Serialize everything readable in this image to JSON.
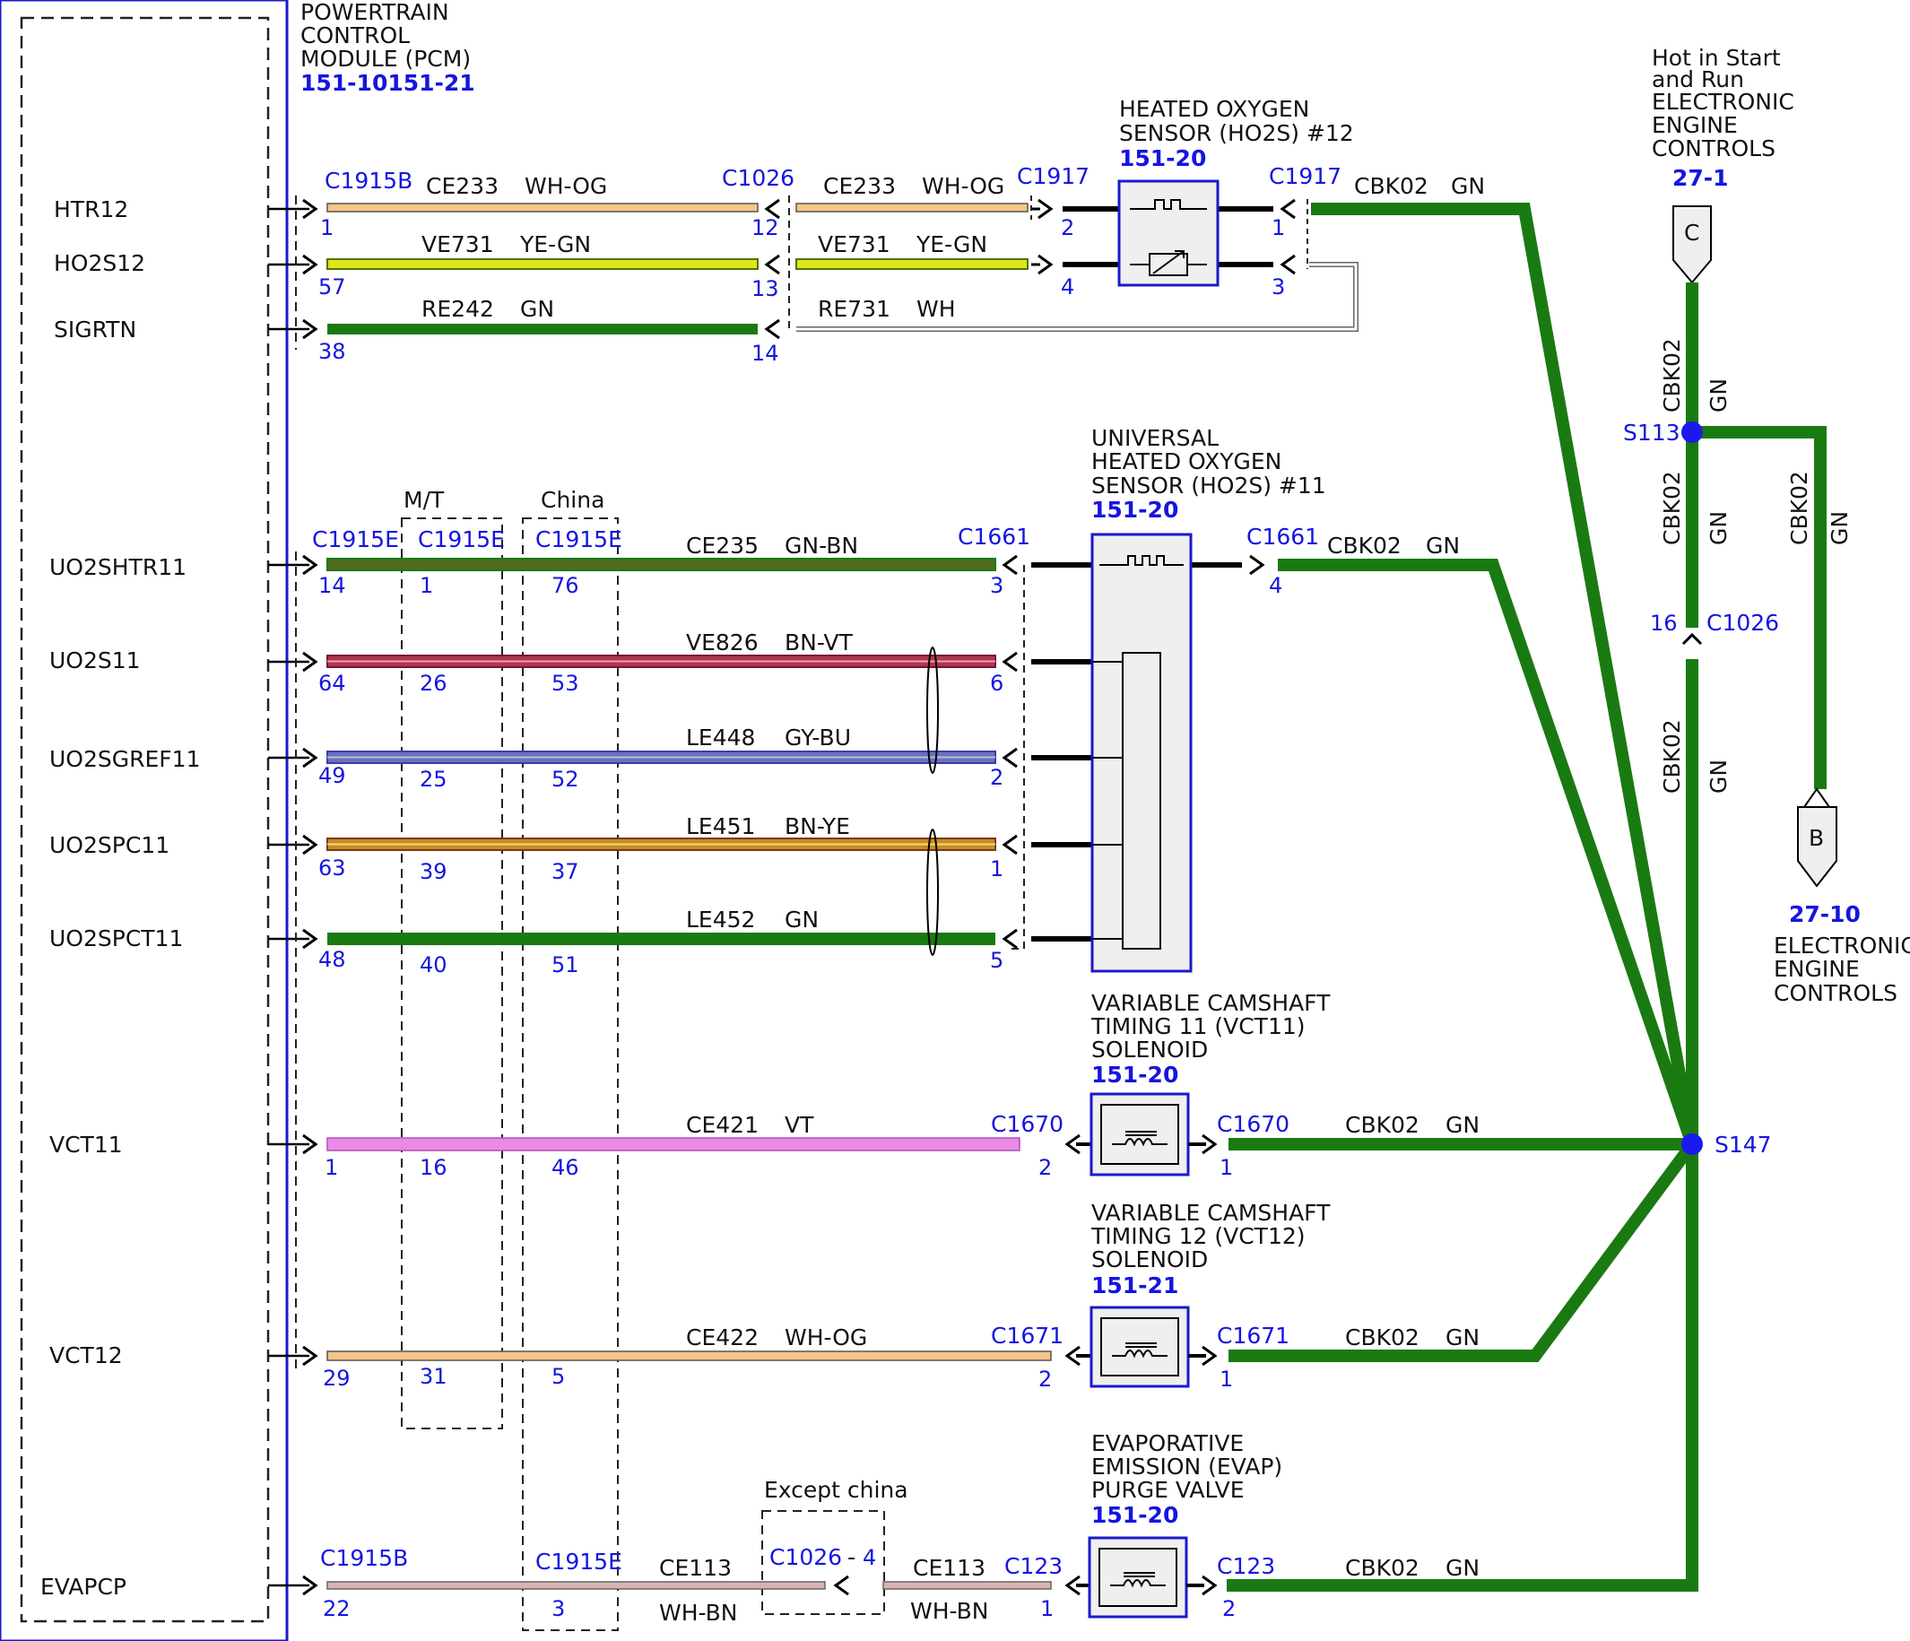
{
  "pcm": {
    "title": [
      "POWERTRAIN",
      "CONTROL",
      "MODULE (PCM)"
    ],
    "ref": "151-10151-21",
    "pins": {
      "htr12": "HTR12",
      "ho2s12": "HO2S12",
      "sigrtn": "SIGRTN",
      "uo2shtr11": "UO2SHTR11",
      "uo2s11": "UO2S11",
      "uo2sgref11": "UO2SGREF11",
      "uo2spc11": "UO2SPC11",
      "uo2spct11": "UO2SPCT11",
      "vct11": "VCT11",
      "vct12": "VCT12",
      "evapcp": "EVAPCP"
    }
  },
  "options": {
    "mt": "M/T",
    "china": "China",
    "except_china": "Except china"
  },
  "components": {
    "ho2s12": {
      "title": [
        "HEATED OXYGEN",
        "SENSOR (HO2S) #12"
      ],
      "ref": "151-20"
    },
    "uho2s11": {
      "title": [
        "UNIVERSAL",
        "HEATED OXYGEN",
        "SENSOR (HO2S) #11"
      ],
      "ref": "151-20"
    },
    "vct11": {
      "title": [
        "VARIABLE CAMSHAFT",
        "TIMING 11 (VCT11)",
        "SOLENOID"
      ],
      "ref": "151-20"
    },
    "vct12": {
      "title": [
        "VARIABLE CAMSHAFT",
        "TIMING 12 (VCT12)",
        "SOLENOID"
      ],
      "ref": "151-21"
    },
    "evap": {
      "title": [
        "EVAPORATIVE",
        "EMISSION (EVAP)",
        "PURGE VALVE"
      ],
      "ref": "151-20"
    }
  },
  "power": {
    "title": [
      "Hot in Start",
      "and Run",
      "ELECTRONIC",
      "ENGINE",
      "CONTROLS"
    ],
    "ref": "27-1",
    "connector_c": "C",
    "connector_b": "B",
    "ref_b": "27-10",
    "title_b": [
      "ELECTRONIC",
      "ENGINE",
      "CONTROLS"
    ]
  },
  "splices": {
    "s113": "S113",
    "s147": "S147"
  },
  "connectors": {
    "c1915b": "C1915B",
    "c1915e": "C1915E",
    "c1026": "C1026",
    "c1917": "C1917",
    "c1661": "C1661",
    "c1670": "C1670",
    "c1671": "C1671",
    "c123": "C123"
  },
  "pin_numbers": {
    "htr12": [
      "1",
      "12",
      "2",
      "1"
    ],
    "ho2s12": [
      "57",
      "13",
      "4",
      "3"
    ],
    "sigrtn": [
      "38",
      "14"
    ],
    "uo2shtr11": [
      "14",
      "1",
      "76",
      "3",
      "4"
    ],
    "uo2s11": [
      "64",
      "26",
      "53",
      "6"
    ],
    "uo2sgref11": [
      "49",
      "25",
      "52",
      "2"
    ],
    "uo2spc11": [
      "63",
      "39",
      "37",
      "1"
    ],
    "uo2spct11": [
      "48",
      "40",
      "51",
      "5"
    ],
    "vct11": [
      "1",
      "16",
      "46",
      "2",
      "1"
    ],
    "vct12": [
      "29",
      "31",
      "5",
      "2",
      "1"
    ],
    "evapcp": [
      "22",
      "3",
      "4",
      "1",
      "2"
    ],
    "c1026_ground": "16"
  },
  "wires": {
    "ce233": {
      "circuit": "CE233",
      "color": "WH-OG"
    },
    "ve731": {
      "circuit": "VE731",
      "color": "YE-GN"
    },
    "re242": {
      "circuit": "RE242",
      "color": "GN"
    },
    "re731": {
      "circuit": "RE731",
      "color": "WH"
    },
    "ce235": {
      "circuit": "CE235",
      "color": "GN-BN"
    },
    "ve826": {
      "circuit": "VE826",
      "color": "BN-VT"
    },
    "le448": {
      "circuit": "LE448",
      "color": "GY-BU"
    },
    "le451": {
      "circuit": "LE451",
      "color": "BN-YE"
    },
    "le452": {
      "circuit": "LE452",
      "color": "GN"
    },
    "ce421": {
      "circuit": "CE421",
      "color": "VT"
    },
    "ce422": {
      "circuit": "CE422",
      "color": "WH-OG"
    },
    "ce113": {
      "circuit": "CE113",
      "color": "WH-BN"
    },
    "cbk02": {
      "circuit": "CBK02",
      "color": "GN"
    }
  },
  "colors": {
    "accent_blue": "#1515e0",
    "wire_green": "#1a7a12",
    "wire_violet": "#e88ae6",
    "wire_brown_violet": "#b0364e",
    "wire_gray_blue": "#6870c6",
    "wire_brown_yellow": "#c88a2a",
    "wire_yellow_green": "#dde81a",
    "wire_white_orange": "#f4c688",
    "wire_white_brown": "#d8b3b0",
    "wire_green_brown": "#4e6b20"
  }
}
